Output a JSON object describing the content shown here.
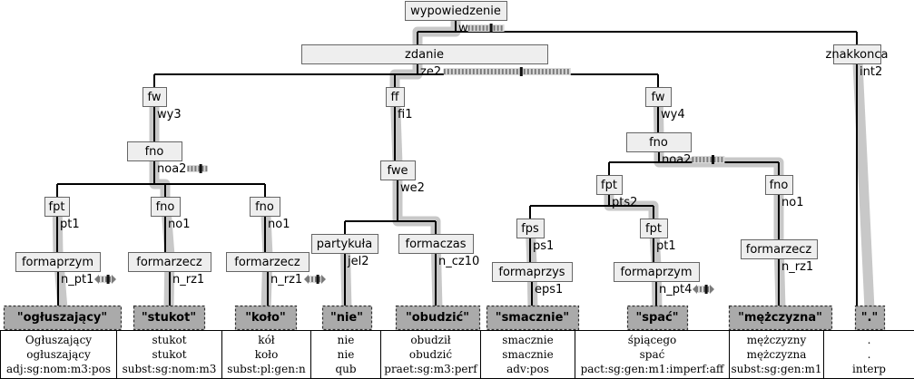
{
  "nodes": [
    {
      "id": "n0",
      "label": "wypowiedzenie",
      "rule": "w",
      "marker": "short"
    },
    {
      "id": "n1",
      "label": "zdanie",
      "rule": "ze2",
      "marker": "long"
    },
    {
      "id": "n2",
      "label": "znakkonca",
      "rule": "int2"
    },
    {
      "id": "n3",
      "label": "fw",
      "rule": "wy3"
    },
    {
      "id": "n4",
      "label": "ff",
      "rule": "fi1"
    },
    {
      "id": "n5",
      "label": "fw",
      "rule": "wy4"
    },
    {
      "id": "n6",
      "label": "fno",
      "rule": "noa2",
      "marker": "tiny"
    },
    {
      "id": "n7",
      "label": "fwe",
      "rule": "we2"
    },
    {
      "id": "n8",
      "label": "fno",
      "rule": "noa2",
      "marker": "mid"
    },
    {
      "id": "n9",
      "label": "fpt",
      "rule": "pt1"
    },
    {
      "id": "n10",
      "label": "fno",
      "rule": "no1"
    },
    {
      "id": "n11",
      "label": "fno",
      "rule": "no1"
    },
    {
      "id": "n12",
      "label": "partykuła",
      "rule": "jel2"
    },
    {
      "id": "n13",
      "label": "formaczas",
      "rule": "n_cz10"
    },
    {
      "id": "n14",
      "label": "fpt",
      "rule": "pts2"
    },
    {
      "id": "n15",
      "label": "fno",
      "rule": "no1"
    },
    {
      "id": "n16",
      "label": "formaprzym",
      "rule": "n_pt1",
      "marker": "arrow"
    },
    {
      "id": "n17",
      "label": "formarzecz",
      "rule": "n_rz1"
    },
    {
      "id": "n18",
      "label": "formarzecz",
      "rule": "n_rz1",
      "marker": "arrow"
    },
    {
      "id": "n19",
      "label": "fps",
      "rule": "ps1"
    },
    {
      "id": "n20",
      "label": "fpt",
      "rule": "pt1"
    },
    {
      "id": "n21",
      "label": "formarzecz",
      "rule": "n_rz1"
    },
    {
      "id": "n22",
      "label": "formaprzys",
      "rule": "eps1"
    },
    {
      "id": "n23",
      "label": "formaprzym",
      "rule": "n_pt4",
      "marker": "arrow"
    }
  ],
  "leaves": [
    {
      "id": "l0",
      "label": "\"ogłuszający\""
    },
    {
      "id": "l1",
      "label": "\"stukot\""
    },
    {
      "id": "l2",
      "label": "\"koło\""
    },
    {
      "id": "l3",
      "label": "\"nie\""
    },
    {
      "id": "l4",
      "label": "\"obudzić\""
    },
    {
      "id": "l5",
      "label": "\"smacznie\""
    },
    {
      "id": "l6",
      "label": "\"spać\""
    },
    {
      "id": "l7",
      "label": "\"mężczyzna\""
    },
    {
      "id": "l8",
      "label": "\".\""
    }
  ],
  "tokens": [
    {
      "orth": "Ogłuszający",
      "base": "ogłuszający",
      "tag": "adj:sg:nom:m3:pos"
    },
    {
      "orth": "stukot",
      "base": "stukot",
      "tag": "subst:sg:nom:m3"
    },
    {
      "orth": "kół",
      "base": "koło",
      "tag": "subst:pl:gen:n"
    },
    {
      "orth": "nie",
      "base": "nie",
      "tag": "qub"
    },
    {
      "orth": "obudził",
      "base": "obudzić",
      "tag": "praet:sg:m3:perf"
    },
    {
      "orth": "smacznie",
      "base": "smacznie",
      "tag": "adv:pos"
    },
    {
      "orth": "śpiącego",
      "base": "spać",
      "tag": "pact:sg:gen:m1:imperf:aff"
    },
    {
      "orth": "mężczyzny",
      "base": "mężczyzna",
      "tag": "subst:sg:gen:m1"
    },
    {
      "orth": ".",
      "base": ".",
      "tag": "interp"
    }
  ]
}
